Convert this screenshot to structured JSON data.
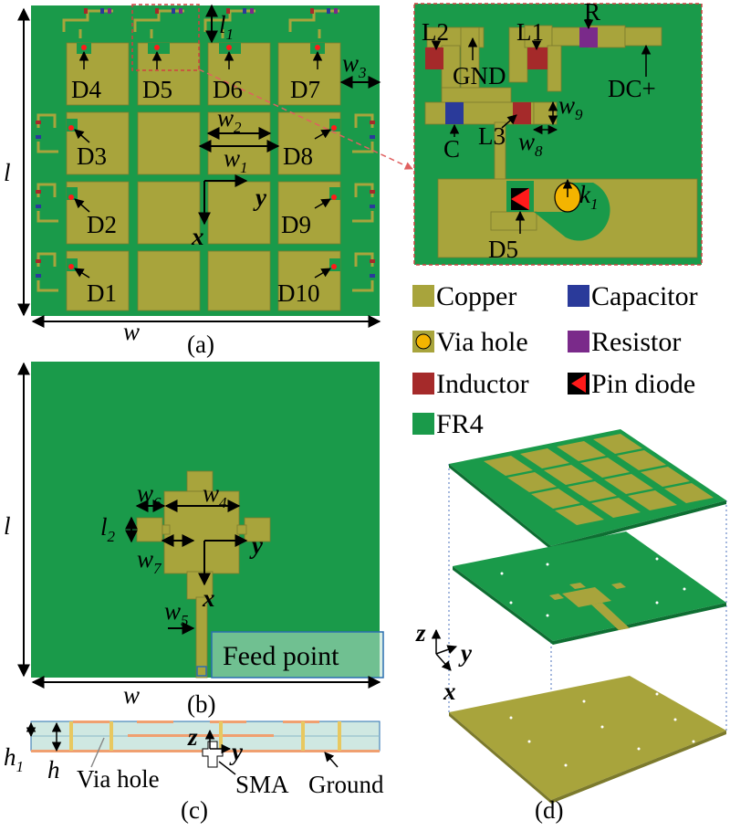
{
  "colors": {
    "fr4": "#1a9a4a",
    "copper": "#a8a43c",
    "capacitor": "#2a3a9a",
    "resistor": "#7a2a8a",
    "inductor": "#a52a2a",
    "pin_red": "#ff1a1a",
    "via": "#f4b400",
    "sma_fill": "#d9f0e6",
    "feed_box": "#2a6fb0"
  },
  "panel_a": {
    "caption": "(a)",
    "dim_l": "l",
    "dim_w": "w",
    "dim_l1_main": "l",
    "dim_l1_sub": "1",
    "dim_w1_main": "w",
    "dim_w1_sub": "1",
    "dim_w2_main": "w",
    "dim_w2_sub": "2",
    "dim_w3_main": "w",
    "dim_w3_sub": "3",
    "axis_x": "x",
    "axis_y": "y",
    "diodes": [
      "D1",
      "D2",
      "D3",
      "D4",
      "D5",
      "D6",
      "D7",
      "D8",
      "D9",
      "D10"
    ]
  },
  "zoom": {
    "L1": "L1",
    "L2": "L2",
    "L3": "L3",
    "R": "R",
    "GND": "GND",
    "DC": "DC+",
    "C": "C",
    "D5": "D5",
    "w8_main": "w",
    "w8_sub": "8",
    "w9_main": "w",
    "w9_sub": "9",
    "k1_main": "k",
    "k1_sub": "1"
  },
  "legend": {
    "copper": "Copper",
    "capacitor": "Capacitor",
    "via": "Via hole",
    "resistor": "Resistor",
    "inductor": "Inductor",
    "pin": "Pin diode",
    "fr4": "FR4"
  },
  "panel_b": {
    "caption": "(b)",
    "dim_l": "l",
    "dim_w": "w",
    "w4_main": "w",
    "w4_sub": "4",
    "w5_main": "w",
    "w5_sub": "5",
    "w6_main": "w",
    "w6_sub": "6",
    "w7_main": "w",
    "w7_sub": "7",
    "l2_main": "l",
    "l2_sub": "2",
    "axis_x": "x",
    "axis_y": "y",
    "feed": "Feed point"
  },
  "panel_c": {
    "caption": "(c)",
    "h1_main": "h",
    "h1_sub": "1",
    "h": "h",
    "via": "Via hole",
    "sma": "SMA",
    "ground": "Ground",
    "axis_z": "z",
    "axis_y": "y"
  },
  "panel_d": {
    "caption": "(d)",
    "axis_z": "z",
    "axis_y": "y",
    "axis_x": "x"
  }
}
